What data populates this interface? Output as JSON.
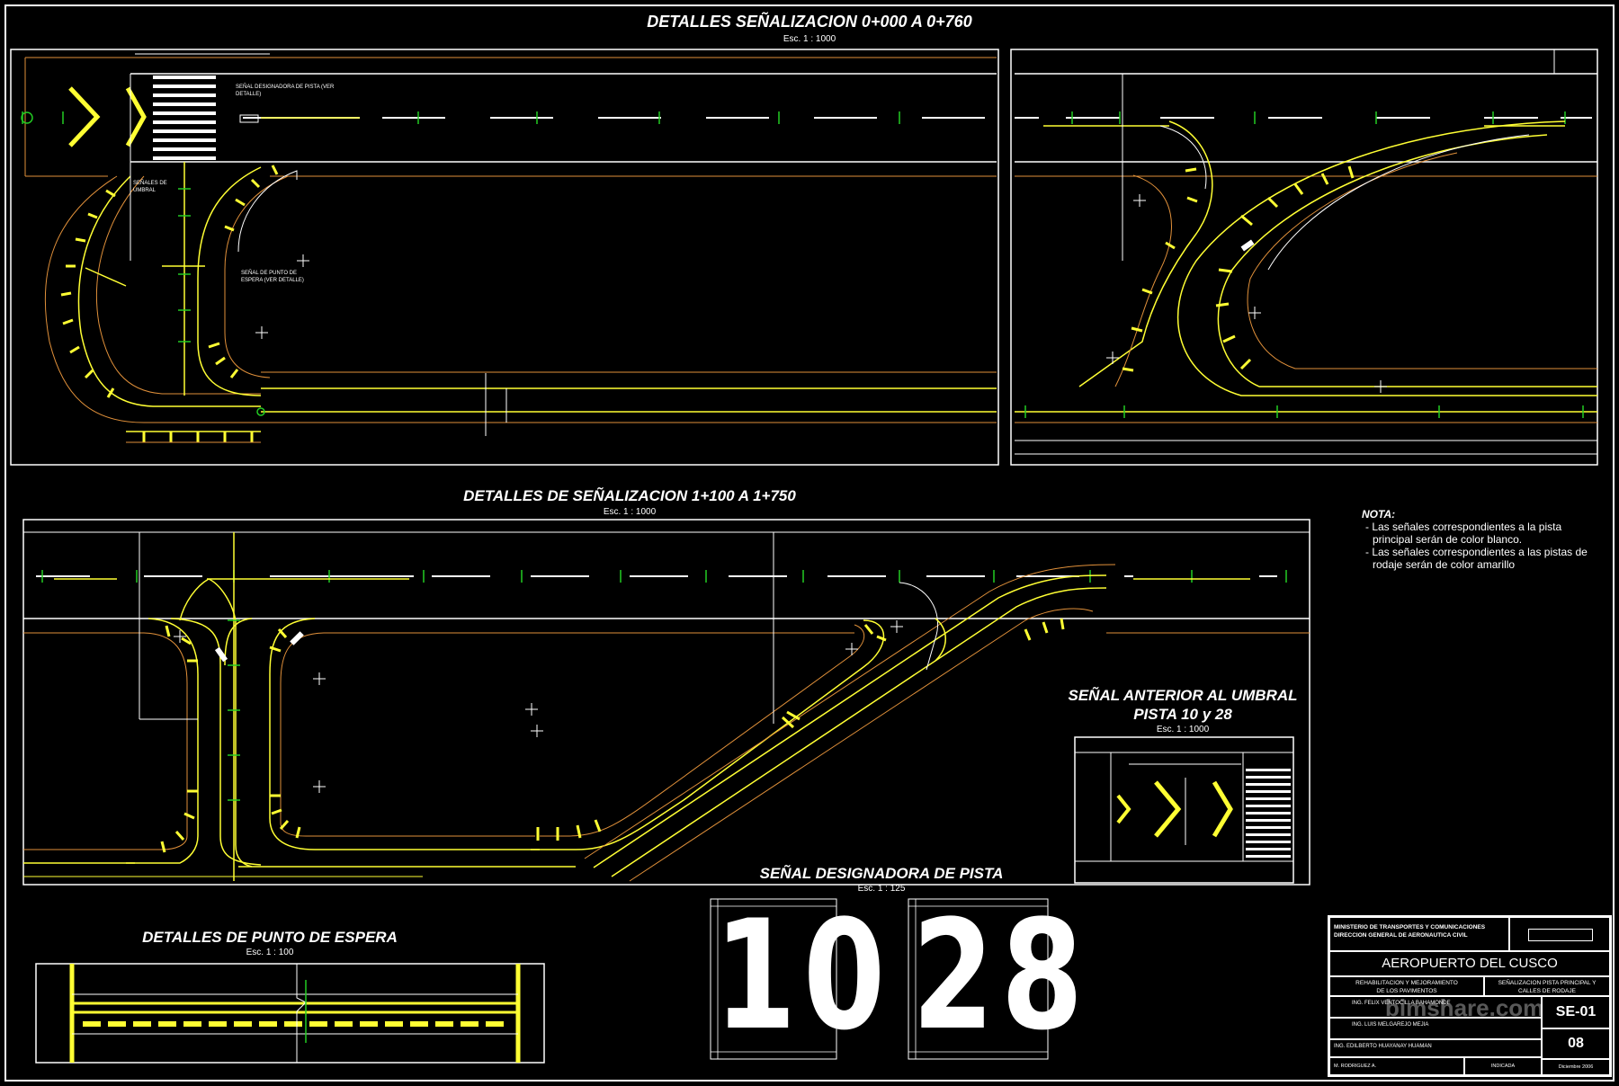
{
  "titles": {
    "section1": "DETALLES SEÑALIZACION 0+000 A 0+760",
    "section1_scale": "Esc. 1 : 1000",
    "section2": "DETALLES DE SEÑALIZACION 1+100 A 1+750",
    "section2_scale": "Esc. 1 : 1000",
    "threshold_line1": "SEÑAL ANTERIOR AL UMBRAL",
    "threshold_line2": "PISTA 10 y 28",
    "threshold_scale": "Esc. 1 : 1000",
    "designator": "SEÑAL DESIGNADORA DE PISTA",
    "designator_scale": "Esc. 1 : 125",
    "holding": "DETALLES DE PUNTO DE ESPERA",
    "holding_scale": "Esc. 1 : 100"
  },
  "labels": {
    "designator_note": "SEÑAL DESIGNADORA DE PISTA (VER DETALLE)",
    "threshold_note": "SEÑALES DE UMBRAL",
    "holding_note": "SEÑAL DE PUNTO DE ESPERA (VER DETALLE)"
  },
  "nota": {
    "title": "NOTA:",
    "lines": [
      "- Las señales correspondientes a la pista principal serán de color blanco.",
      "- Las señales correspondientes a las pistas de rodaje serán de color amarillo"
    ]
  },
  "runway_designators": {
    "left": "10",
    "right": "28"
  },
  "title_block": {
    "ministry_line1": "MINISTERIO DE TRANSPORTES Y COMUNICACIONES",
    "ministry_line2": "DIRECCION GENERAL DE AERONAUTICA CIVIL",
    "project": "AEROPUERTO DEL CUSCO",
    "work_line1": "REHABILITACION Y MEJORAMIENTO",
    "work_line2": "DE LOS PAVIMENTOS",
    "sheet_title_line1": "SEÑALIZACION PISTA PRINCIPAL Y",
    "sheet_title_line2": "CALLES DE RODAJE",
    "engineer1": "ING. FELIX VENTOCILLA BAHAMONDE",
    "engineer2": "ING. LUIS MELGAREJO MEJIA",
    "engineer3": "ING. EDILBERTO HUAYANAY HUAMAN",
    "drawn_by": "M. RODRIGUEZ A.",
    "scale": "INDICADA",
    "date": "Diciembre 2006",
    "sheet_code": "SE-01",
    "sheet_number": "08",
    "watermark": "bimshare.com"
  },
  "colors": {
    "white": "#ffffff",
    "yellow": "#ffff33",
    "orange": "#e0903a",
    "green": "#22cc22",
    "background": "#000000"
  }
}
